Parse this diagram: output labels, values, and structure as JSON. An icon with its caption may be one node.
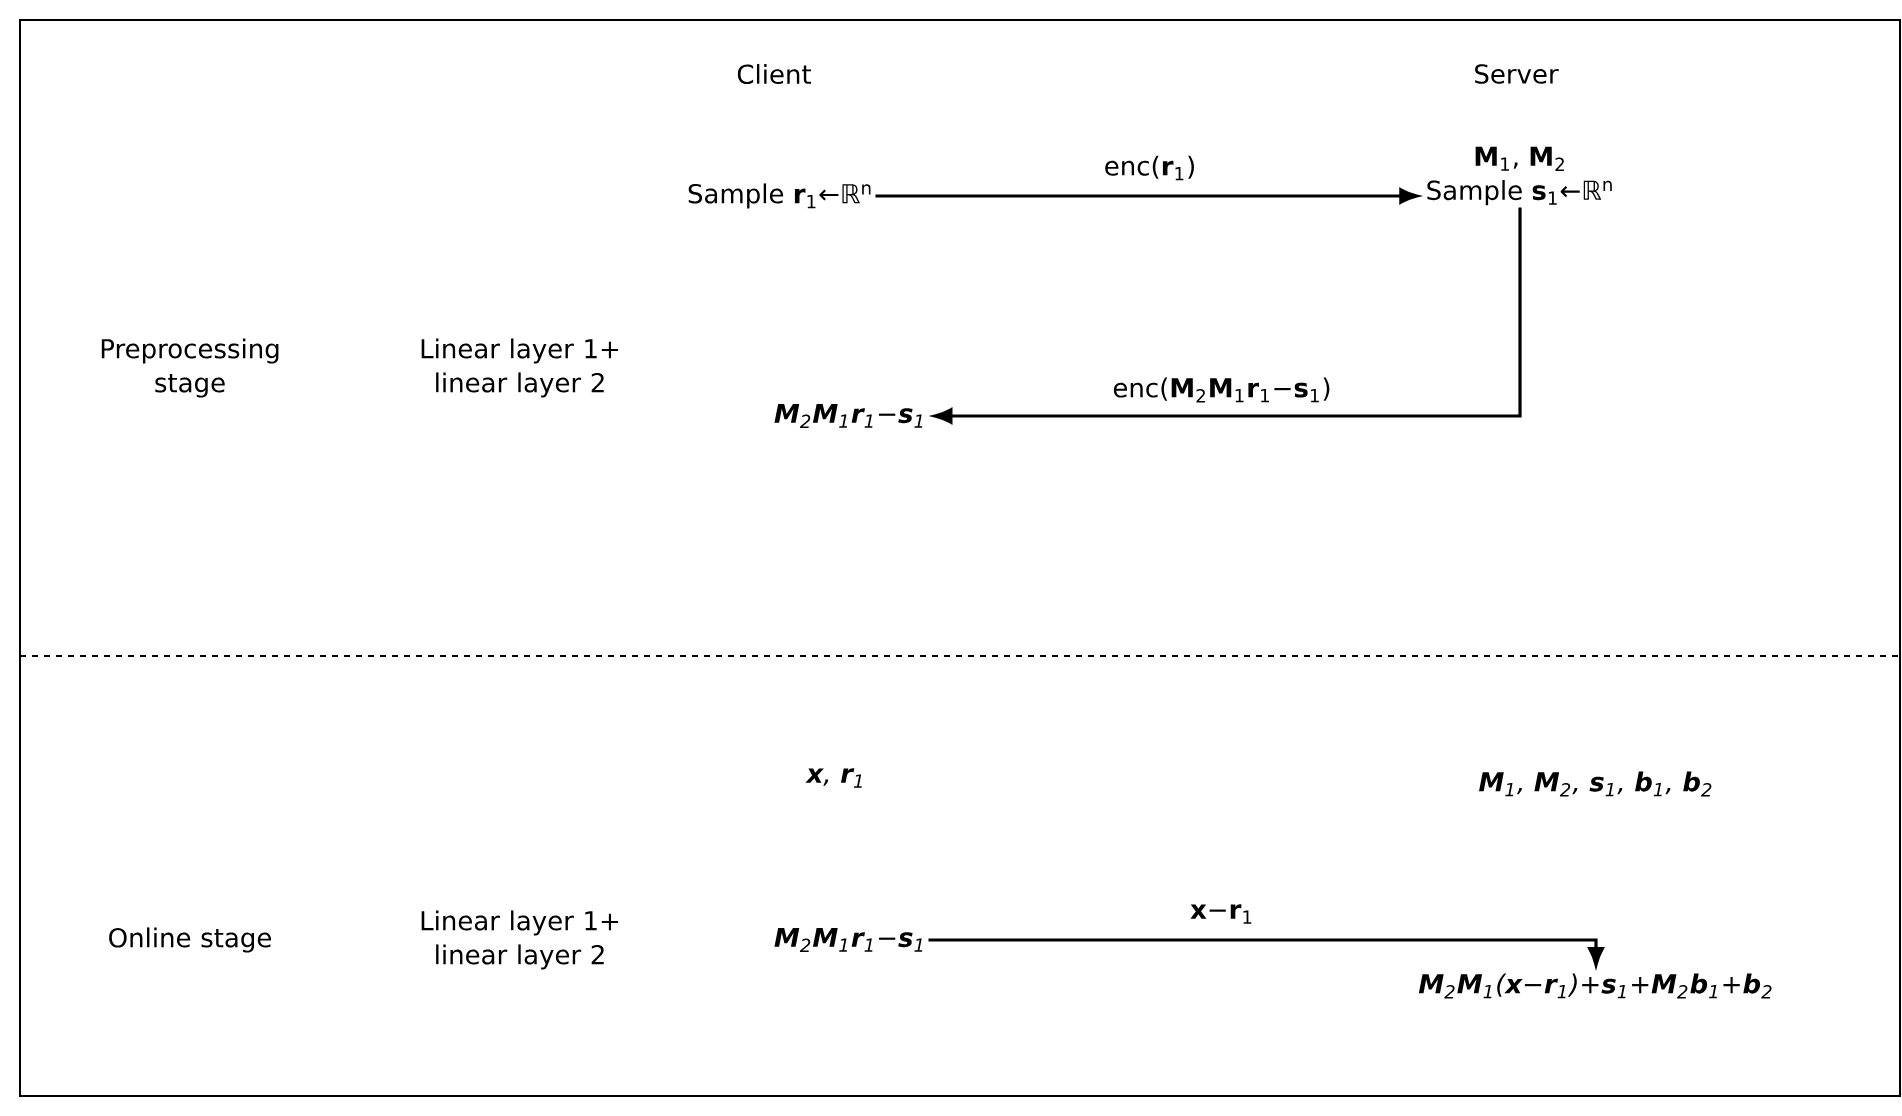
{
  "diagram": {
    "nodes": [
      {
        "text": [
          "Sample **r**$_{1}$←ℝ$^{n}$"
        ]
      },
      {
        "text": [
          "**M**$_{1}$, **M**$_{2}$",
          "Sample **s**$_{1}$←ℝ$^{n}$"
        ]
      },
      {
        "text": [
          "**M**$_{2}$**M**$_{1}$**r**$_{1}$−**s**$_{1}$"
        ]
      },
      {
        "text": [
          "**M**$_{2}$**M**$_{1}$**r**$_{1}$−**s**$_{1}$"
        ]
      },
      {
        "text": [
          "**M**$_{2}$**M**$_{1}$(**x**−**r**$_{1}$)+**s**$_{1}$+**M**$_{2}$**b**$_{1}$+**b**$_{2}$"
        ]
      }
    ],
    "edges": [
      {
        "from": 0,
        "to": 1,
        "arrow": "to",
        "label": "enc(**r**$_{1}$)"
      },
      {
        "from": 1,
        "to": 2,
        "arrow": "to",
        "label": "enc(**M**$_{2}$**M**$_{1}$**r**$_{1}$−**s**$_{1}$)"
      },
      {
        "from": 3,
        "to": 4,
        "arrow": "to",
        "label": "**x**−**r**$_{1}$"
      }
    ],
    "labels": [
      "Client",
      "Server",
      "Preprocessing stage",
      "Linear layer 1+ linear layer 2",
      "**x**, **r**$_{1}$",
      "**M**$_{1}$, **M**$_{2}$, **s**$_{1}$, **b**$_{1}$, **b**$_{2}$",
      "Online stage",
      "Linear layer 1+ linear layer 2"
    ]
  }
}
